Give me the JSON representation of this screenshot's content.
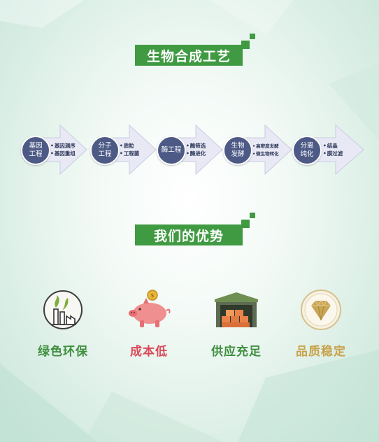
{
  "titles": {
    "process": "生物合成工艺",
    "advantages": "我们的优势"
  },
  "steps": [
    {
      "circle": [
        "基因",
        "工程"
      ],
      "items": [
        "基因测序",
        "基因重组"
      ]
    },
    {
      "circle": [
        "分子",
        "工程"
      ],
      "items": [
        "质粒",
        "工程菌"
      ]
    },
    {
      "circle": [
        "酶工程"
      ],
      "items": [
        "酶筛选",
        "酶进化"
      ]
    },
    {
      "circle": [
        "生物",
        "发酵"
      ],
      "items": [
        "高密度发酵",
        "微生物转化"
      ]
    },
    {
      "circle": [
        "分离",
        "纯化"
      ],
      "items": [
        "结晶",
        "膜过滤"
      ]
    }
  ],
  "advantages": [
    {
      "label": "绿色环保",
      "color": "#3e8e3e",
      "icon": "factory-plant-icon"
    },
    {
      "label": "成本低",
      "color": "#d94a58",
      "icon": "piggy-bank-icon"
    },
    {
      "label": "供应充足",
      "color": "#3e8e3e",
      "icon": "warehouse-icon"
    },
    {
      "label": "品质稳定",
      "color": "#c8a24a",
      "icon": "diamond-icon"
    }
  ],
  "colors": {
    "title_green": "#3f9a42",
    "circle_navy": "#4d5a86",
    "chevron_light": "#e9e9f6"
  }
}
